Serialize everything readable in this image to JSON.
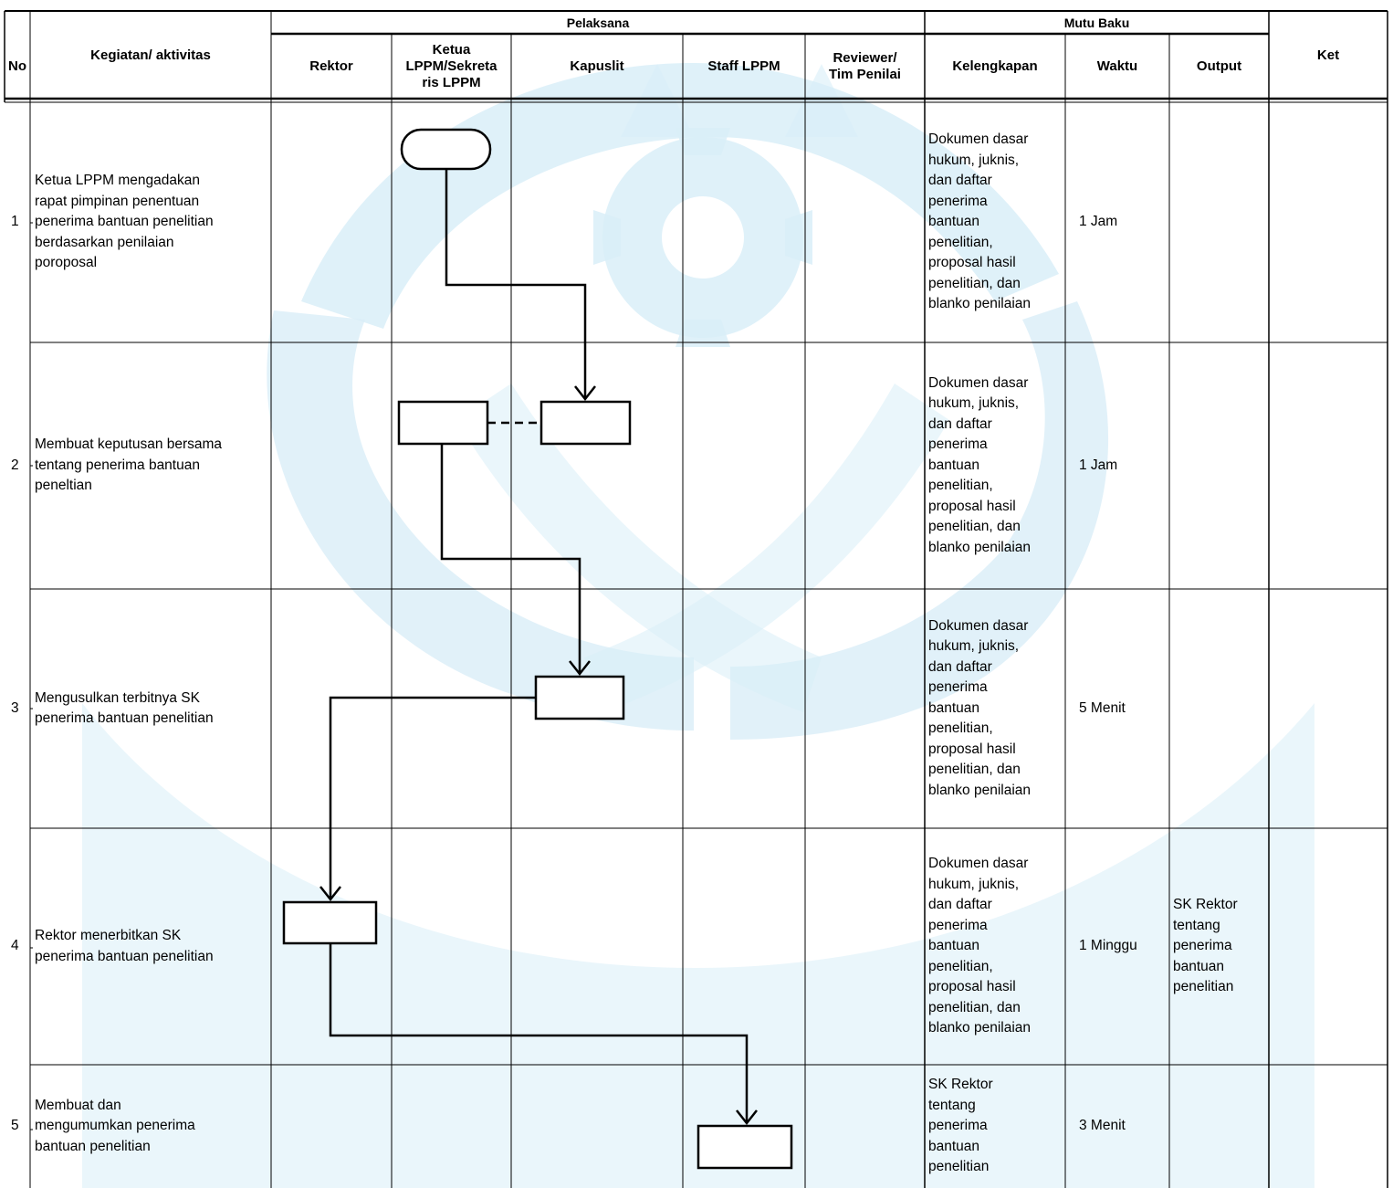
{
  "header": {
    "no": "No",
    "kegiatan": "Kegiatan/ aktivitas",
    "pelaksana": "Pelaksana",
    "mutu_baku": "Mutu Baku",
    "ket": "Ket",
    "lanes": [
      "Rektor",
      "Ketua\nLPPM/Sekreta\nris LPPM",
      "Kapuslit",
      "Staff LPPM",
      "Reviewer/\nTim Penilai"
    ],
    "mutu_cols": [
      "Kelengkapan",
      "Waktu",
      "Output"
    ]
  },
  "rows": [
    {
      "no": "1",
      "kegiatan": "Ketua LPPM mengadakan\nrapat pimpinan penentuan\npenerima bantuan penelitian\nberdasarkan penilaian\nporoposal",
      "kelengkapan": "Dokumen dasar\nhukum, juknis,\ndan daftar\npenerima\nbantuan\npenelitian,\nproposal hasil\npenelitian, dan\nblanko penilaian",
      "waktu": "1  Jam",
      "output": "",
      "ket": ""
    },
    {
      "no": "2",
      "kegiatan": "Membuat keputusan bersama\ntentang penerima bantuan\npeneltian",
      "kelengkapan": "Dokumen dasar\nhukum, juknis,\ndan daftar\npenerima\nbantuan\npenelitian,\nproposal hasil\npenelitian, dan\nblanko penilaian",
      "waktu": "1  Jam",
      "output": "",
      "ket": ""
    },
    {
      "no": "3",
      "kegiatan": "Mengusulkan terbitnya SK\npenerima bantuan penelitian",
      "kelengkapan": "Dokumen dasar\nhukum, juknis,\ndan daftar\npenerima\nbantuan\npenelitian,\nproposal hasil\npenelitian, dan\nblanko penilaian",
      "waktu": "5  Menit",
      "output": "",
      "ket": ""
    },
    {
      "no": "4",
      "kegiatan": "Rektor menerbitkan SK\npenerima bantuan penelitian",
      "kelengkapan": "Dokumen dasar\nhukum, juknis,\ndan daftar\npenerima\nbantuan\npenelitian,\nproposal hasil\npenelitian, dan\nblanko penilaian",
      "waktu": "1  Minggu",
      "output": "SK Rektor\ntentang\npenerima\nbantuan\npenelitian",
      "ket": ""
    },
    {
      "no": "5",
      "kegiatan": "Membuat dan\nmengumumkan penerima\nbantuan penelitian",
      "kelengkapan": "SK Rektor\ntentang\npenerima\nbantuan\npenelitian",
      "waktu": "3  Menit",
      "output": "",
      "ket": ""
    }
  ],
  "colors": {
    "watermark": "#d3ebf6",
    "line": "#000000"
  }
}
